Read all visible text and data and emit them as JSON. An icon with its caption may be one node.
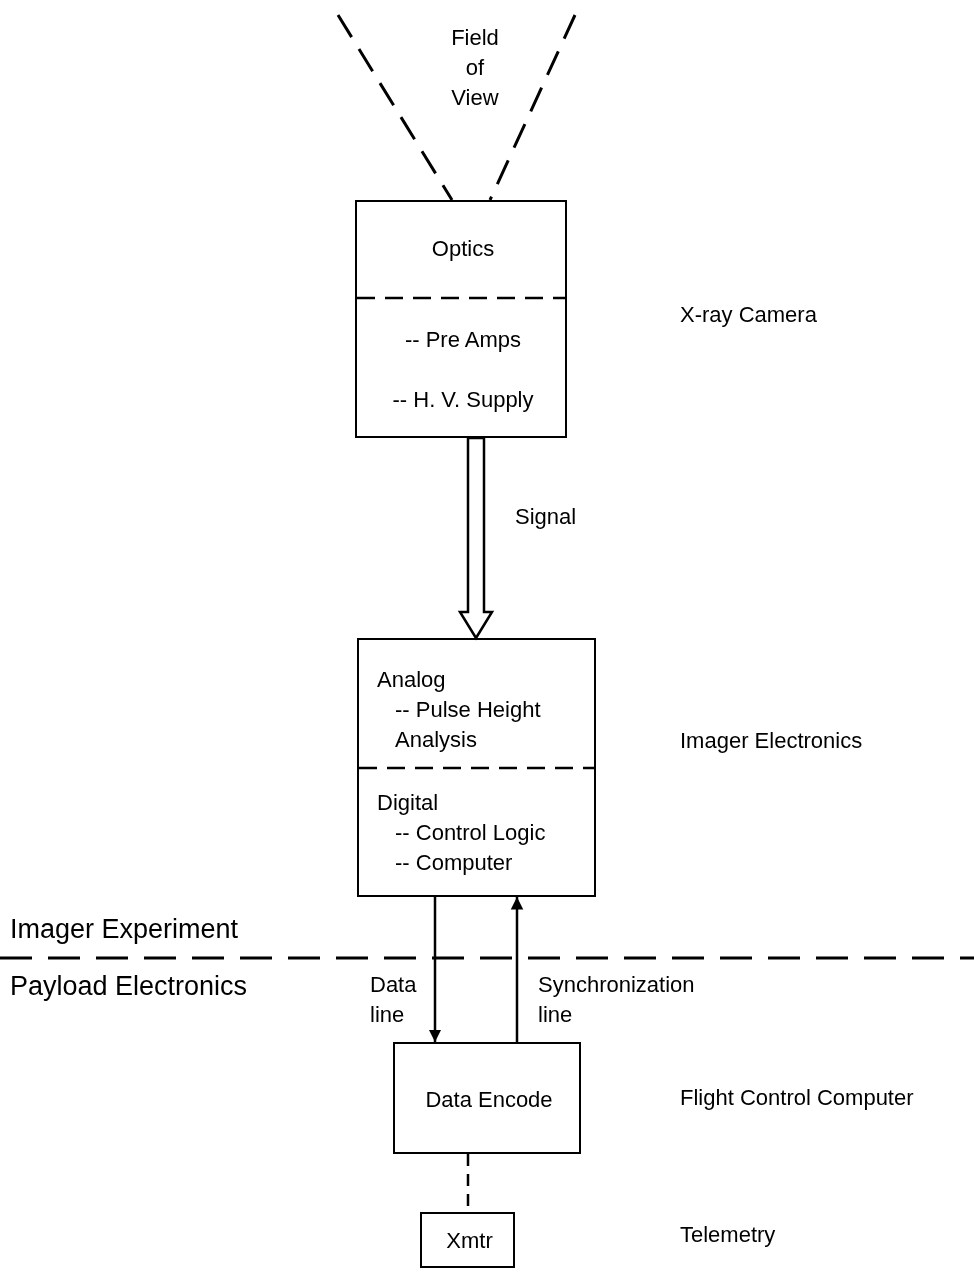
{
  "diagram": {
    "nodes": [
      {
        "text": [
          "Optics",
          "-- Pre Amps",
          "-- H. V. Supply"
        ]
      },
      {
        "text": [
          "Analog",
          "-- Pulse Height Analysis",
          "Digital",
          "-- Control Logic",
          "-- Computer"
        ]
      },
      {
        "text": [
          "Data Encode"
        ]
      },
      {
        "text": [
          "Xmtr"
        ]
      }
    ],
    "edges": [
      {
        "from": 0,
        "to": 1,
        "arrow": "to",
        "label": "Signal",
        "style": "thick"
      },
      {
        "from": 1,
        "to": 2,
        "arrow": "to",
        "label": "Data line"
      },
      {
        "from": 2,
        "to": 1,
        "arrow": "to",
        "label": "Synchronization line"
      },
      {
        "from": 2,
        "to": 3,
        "arrow": "none",
        "style": "dashed"
      }
    ],
    "labels": [
      "Field of View",
      "X-ray Camera",
      "Imager Electronics",
      "Imager Experiment",
      "Payload Electronics",
      "Flight Control Computer",
      "Telemetry"
    ]
  }
}
